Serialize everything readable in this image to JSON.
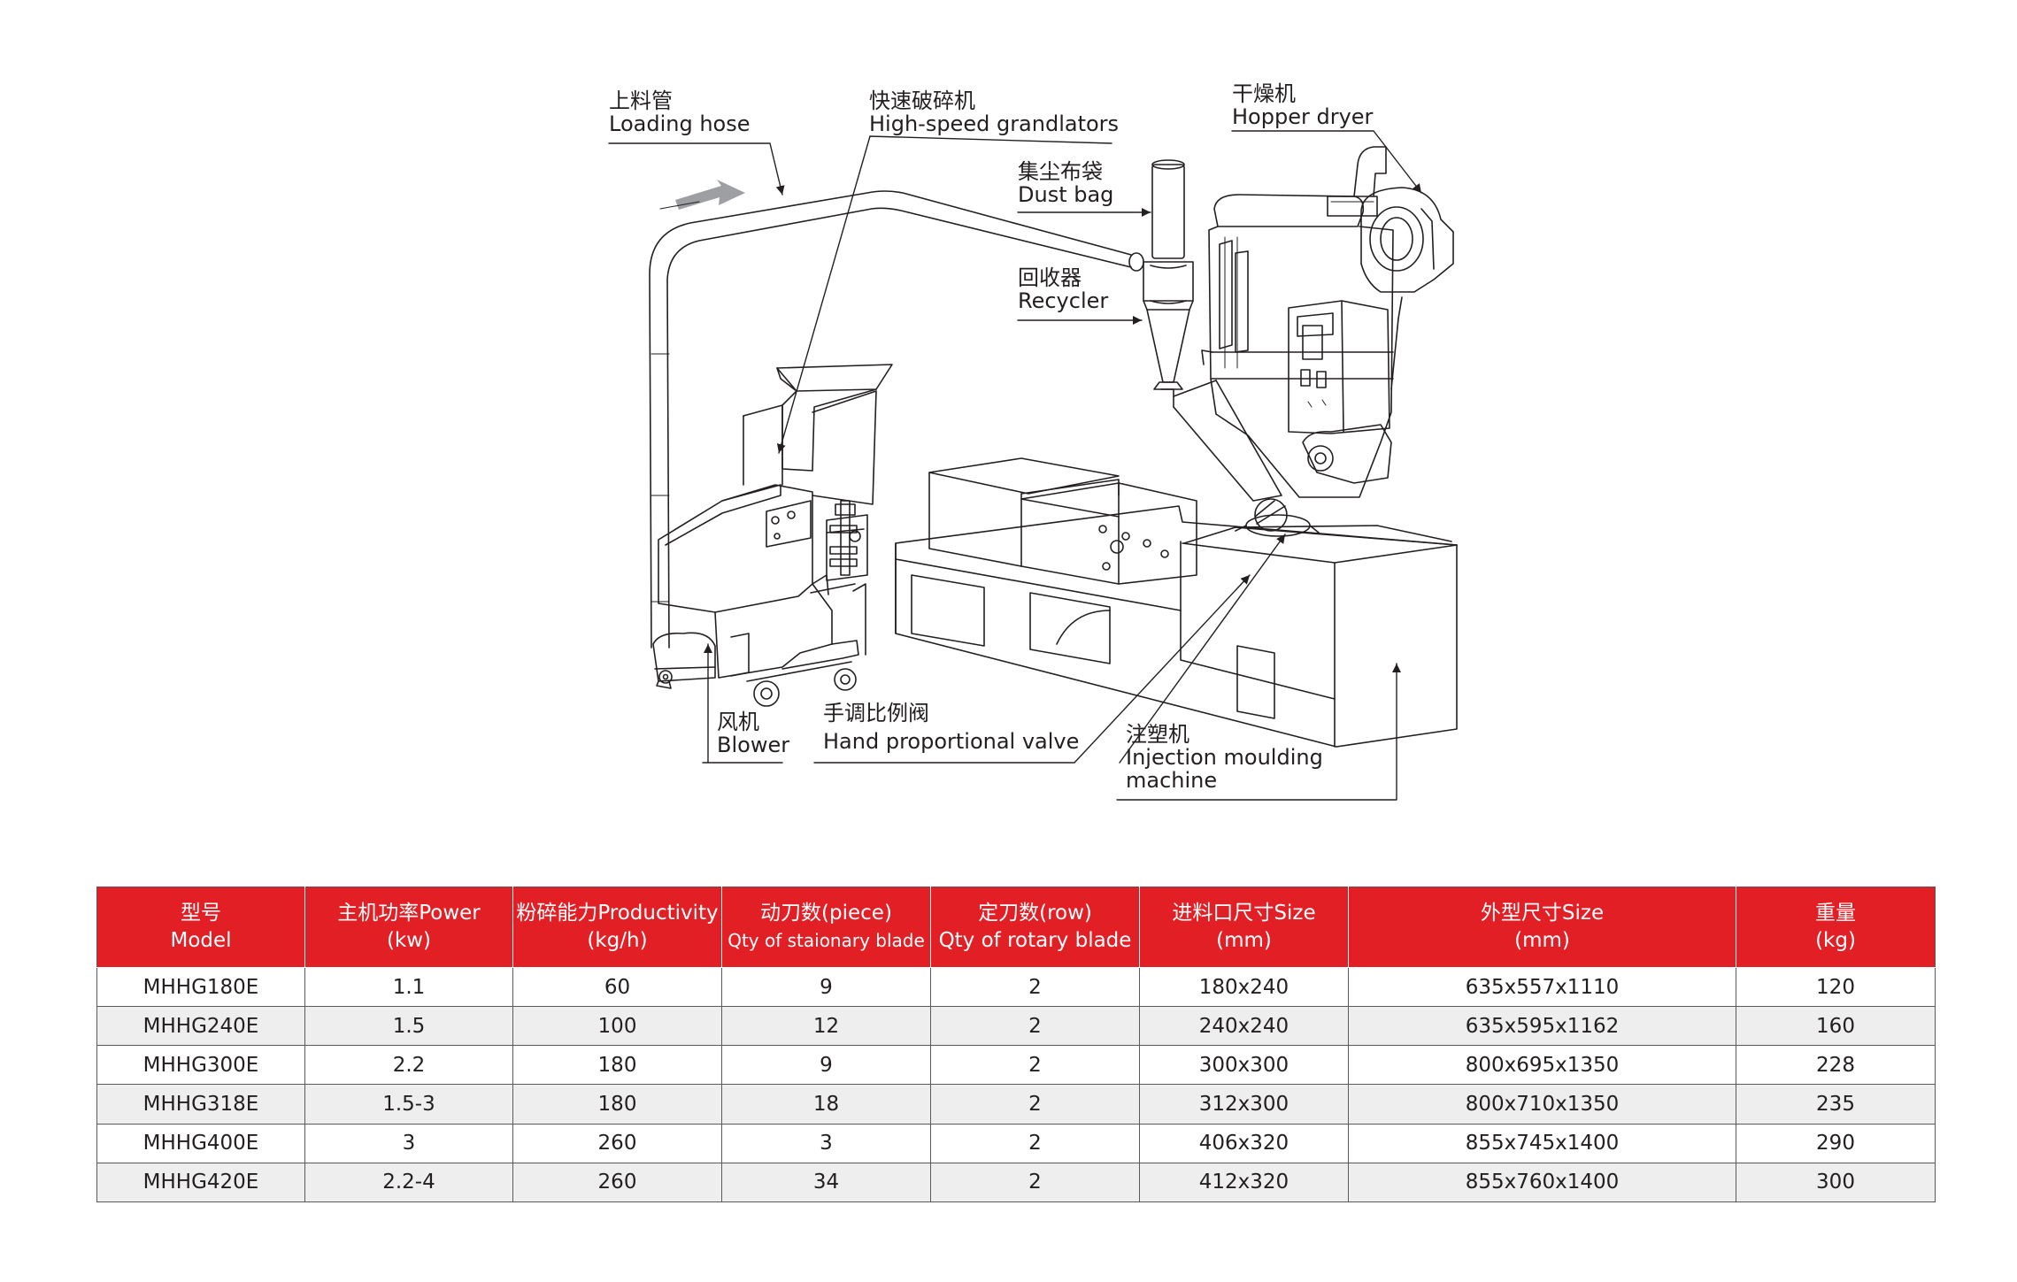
{
  "diagram": {
    "labels": {
      "loading_hose": {
        "cn": "上料管",
        "en": "Loading hose"
      },
      "granulators": {
        "cn": "快速破碎机",
        "en": "High-speed grandlators"
      },
      "hopper_dryer": {
        "cn": "干燥机",
        "en": "Hopper dryer"
      },
      "dust_bag": {
        "cn": "集尘布袋",
        "en": "Dust bag"
      },
      "recycler": {
        "cn": "回收器",
        "en": "Recycler"
      },
      "blower": {
        "cn": "风机",
        "en": "Blower"
      },
      "hand_valve": {
        "cn": "手调比例阀",
        "en": "Hand proportional valve"
      },
      "injection": {
        "cn": "注塑机",
        "en": "Injection moulding",
        "en2": "machine"
      }
    },
    "colors": {
      "line": "#231f20",
      "arrow_fill": "#9d9fa2"
    }
  },
  "table": {
    "header_color": "#e31f26",
    "headers": [
      {
        "line1": "型号",
        "line2": "Model"
      },
      {
        "line1": "主机功率Power",
        "line2": "(kw)"
      },
      {
        "line1": "粉碎能力Productivity",
        "line2": "(kg/h)"
      },
      {
        "line1": "动刀数(piece)",
        "line2": "Qty of staionary blade"
      },
      {
        "line1": "定刀数(row)",
        "line2": "Qty of rotary blade"
      },
      {
        "line1": "进料口尺寸Size",
        "line2": "(mm)"
      },
      {
        "line1": "外型尺寸Size",
        "line2": "(mm)"
      },
      {
        "line1": "重量",
        "line2": "(kg)"
      }
    ],
    "rows": [
      [
        "MHHG180E",
        "1.1",
        "60",
        "9",
        "2",
        "180x240",
        "635x557x1110",
        "120"
      ],
      [
        "MHHG240E",
        "1.5",
        "100",
        "12",
        "2",
        "240x240",
        "635x595x1162",
        "160"
      ],
      [
        "MHHG300E",
        "2.2",
        "180",
        "9",
        "2",
        "300x300",
        "800x695x1350",
        "228"
      ],
      [
        "MHHG318E",
        "1.5-3",
        "180",
        "18",
        "2",
        "312x300",
        "800x710x1350",
        "235"
      ],
      [
        "MHHG400E",
        "3",
        "260",
        "3",
        "2",
        "406x320",
        "855x745x1400",
        "290"
      ],
      [
        "MHHG420E",
        "2.2-4",
        "260",
        "34",
        "2",
        "412x320",
        "855x760x1400",
        "300"
      ]
    ]
  }
}
